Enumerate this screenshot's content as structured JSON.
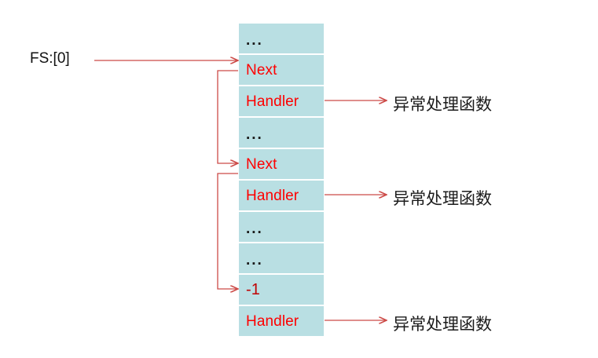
{
  "figure": {
    "title_text": "",
    "colors": {
      "cell_fill": "#b9dfe3",
      "cell_text_red": "#fe0000",
      "cell_text_darkred": "#c00000",
      "arrow_red": "#cc4a47",
      "plain_text": "#111111",
      "page_background": "#ffffff"
    }
  },
  "fs_pointer": {
    "label": "FS:[0]"
  },
  "seh_chain": {
    "cells": [
      {
        "label": "...",
        "kind": "ellipsis"
      },
      {
        "label": "Next",
        "kind": "next"
      },
      {
        "label": "Handler",
        "kind": "handler"
      },
      {
        "label": "...",
        "kind": "ellipsis"
      },
      {
        "label": "Next",
        "kind": "next"
      },
      {
        "label": "Handler",
        "kind": "handler"
      },
      {
        "label": "...",
        "kind": "ellipsis"
      },
      {
        "label": "...",
        "kind": "ellipsis"
      },
      {
        "label": "-1",
        "kind": "terminator"
      },
      {
        "label": "Handler",
        "kind": "handler"
      }
    ]
  },
  "handler_targets": [
    {
      "label": "异常处理函数"
    },
    {
      "label": "异常处理函数"
    },
    {
      "label": "异常处理函数"
    }
  ]
}
